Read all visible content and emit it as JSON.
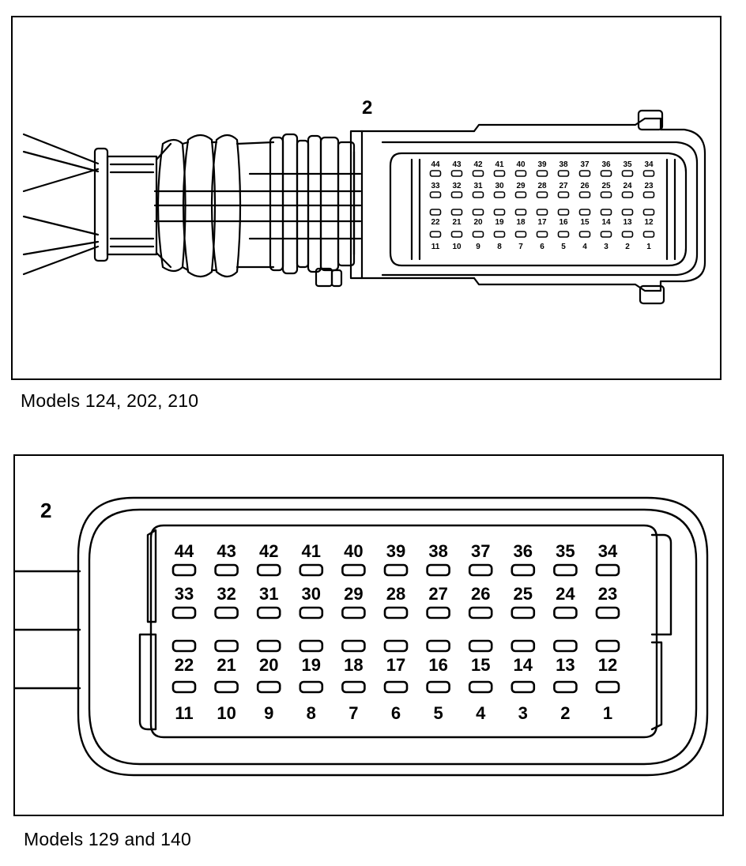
{
  "captions": {
    "top": "Models 124, 202, 210",
    "bottom": "Models 129 and 140"
  },
  "callouts": {
    "top": "2",
    "bottom": "2"
  },
  "connector": {
    "pin_rows": [
      [
        "44",
        "43",
        "42",
        "41",
        "40",
        "39",
        "38",
        "37",
        "36",
        "35",
        "34"
      ],
      [
        "33",
        "32",
        "31",
        "30",
        "29",
        "28",
        "27",
        "26",
        "25",
        "24",
        "23"
      ],
      [
        "22",
        "21",
        "20",
        "19",
        "18",
        "17",
        "16",
        "15",
        "14",
        "13",
        "12"
      ],
      [
        "11",
        "10",
        "9",
        "8",
        "7",
        "6",
        "5",
        "4",
        "3",
        "2",
        "1"
      ]
    ]
  }
}
